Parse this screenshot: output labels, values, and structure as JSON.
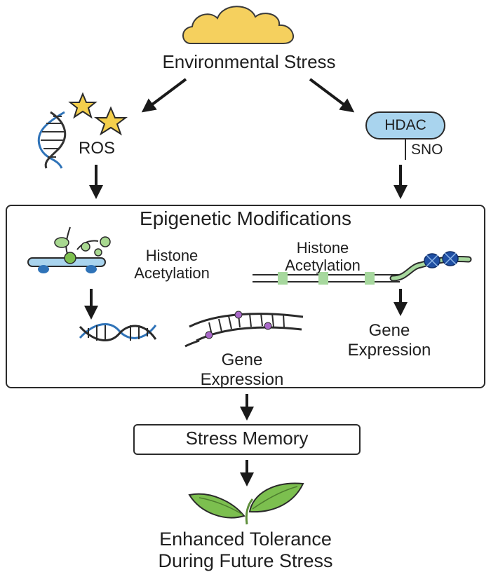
{
  "nodes": {
    "environmental_stress": "Environmental Stress",
    "ros": "ROS",
    "hdac": "HDAC",
    "sno": "SNO",
    "epigenetic_modifications": "Epigenetic Modifications",
    "histone_acetylation_left": [
      "Histone",
      "Acetylation"
    ],
    "histone_acetylation_right": [
      "Histone",
      "Acetylation"
    ],
    "gene_expression_center": [
      "Gene",
      "Expression"
    ],
    "gene_expression_right": [
      "Gene",
      "Expression"
    ],
    "stress_memory": "Stress Memory",
    "enhanced_tolerance": [
      "Enhanced Tolerance",
      "During Future Stress"
    ]
  },
  "colors": {
    "cloud": "#f5d05e",
    "star": "#f4cf4c",
    "hdac_fill": "#a9d4ee",
    "dna_blue": "#2f73b8",
    "leaf_green": "#7cbf4f",
    "chromatin_green": "#a7d89e",
    "histone_navy": "#1f4fa3",
    "marker_purple": "#a968c9",
    "arrow": "#1a1a1a"
  },
  "icons": [
    "cloud-icon",
    "dna-icon",
    "star-icon",
    "hdac-badge",
    "histone-complex-icon",
    "chromatin-icon",
    "dna-helix-icon",
    "dna-strand-icon",
    "seedling-icon"
  ]
}
